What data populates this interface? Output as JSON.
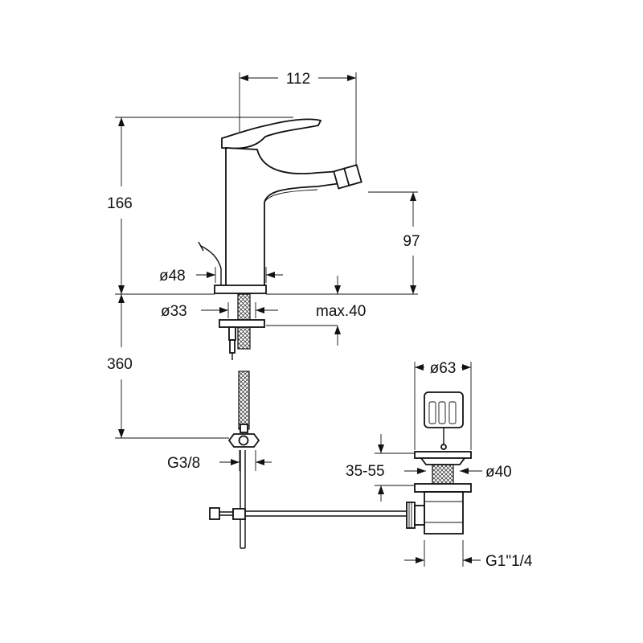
{
  "dimensions": {
    "width_top": "112",
    "height_total": "166",
    "spout_height": "97",
    "base_diameter": "ø48",
    "hole_diameter": "ø33",
    "max_thickness": "max.40",
    "hose_length": "360",
    "connection_thread": "G3/8",
    "waste_head_diameter": "ø63",
    "waste_range": "35-55",
    "waste_diameter": "ø40",
    "waste_thread": "G1\"1/4"
  }
}
